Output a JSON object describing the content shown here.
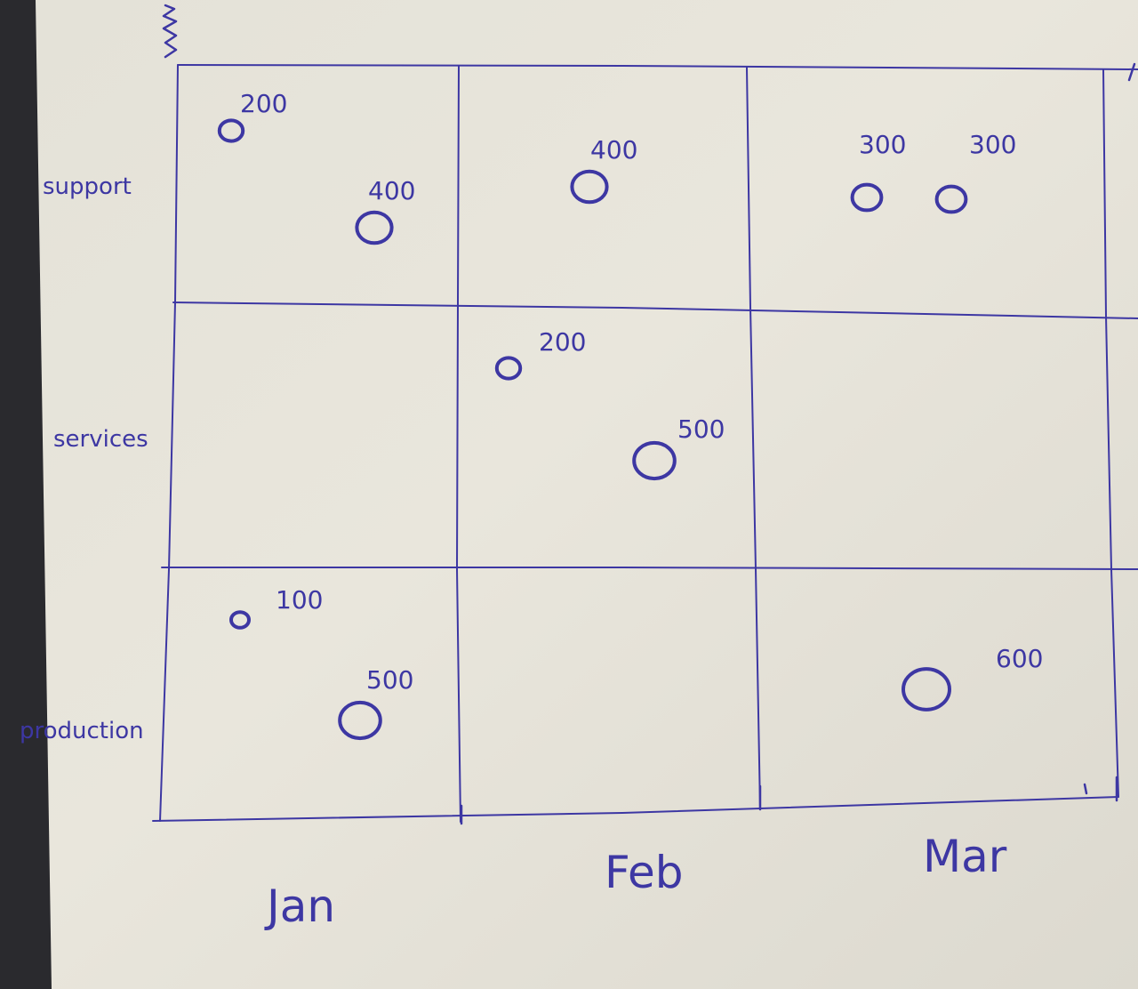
{
  "chart_data": {
    "type": "scatter",
    "title": "",
    "xlabel": "",
    "ylabel": "",
    "categories": [
      "Jan",
      "Feb",
      "Mar"
    ],
    "rows": [
      "support",
      "services",
      "production"
    ],
    "points": [
      {
        "month": "Jan",
        "row": "support",
        "value": 200,
        "label": "200"
      },
      {
        "month": "Jan",
        "row": "support",
        "value": 400,
        "label": "400"
      },
      {
        "month": "Feb",
        "row": "support",
        "value": 400,
        "label": "400"
      },
      {
        "month": "Mar",
        "row": "support",
        "value": 300,
        "label": "300"
      },
      {
        "month": "Mar",
        "row": "support",
        "value": 300,
        "label": "300"
      },
      {
        "month": "Feb",
        "row": "services",
        "value": 200,
        "label": "200"
      },
      {
        "month": "Feb",
        "row": "services",
        "value": 500,
        "label": "500"
      },
      {
        "month": "Jan",
        "row": "production",
        "value": 100,
        "label": "100"
      },
      {
        "month": "Jan",
        "row": "production",
        "value": 500,
        "label": "500"
      },
      {
        "month": "Mar",
        "row": "production",
        "value": 600,
        "label": "600"
      }
    ],
    "value_range": [
      100,
      600
    ],
    "grid": true,
    "colors": {
      "ink": "#3d37a3",
      "paper": "#e7e4d9",
      "background": "#2a2a2e"
    }
  }
}
